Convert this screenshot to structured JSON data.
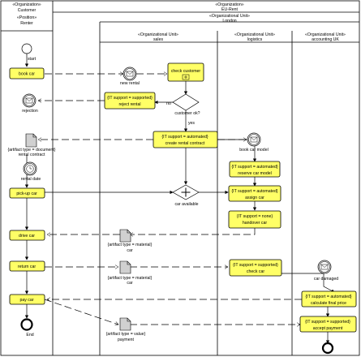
{
  "pools": {
    "customer": {
      "stereotype": "«Organization»",
      "name": "Customer",
      "position_stereotype": "«Position»",
      "position": "Renter"
    },
    "eurent": {
      "stereotype": "«Organization»",
      "name": "EU-Rent"
    },
    "london": {
      "stereotype": "«Organizational Unit»",
      "name": "London"
    },
    "sales": {
      "stereotype": "«Organizational Unit»",
      "name": "sales"
    },
    "logistics": {
      "stereotype": "«Organizational Unit»",
      "name": "logistics"
    },
    "accounting": {
      "stereotype": "«Organizational Unit»",
      "name": "accounting UK"
    }
  },
  "events": {
    "start": "start",
    "new_rental": "new rental",
    "rejection": "rejection",
    "rental_date": "rental date",
    "book_car_model": "book car model",
    "car_damaged": "car damaged",
    "end": "End"
  },
  "activities": {
    "book_car": "book car",
    "pick_up_car": "pick-up car",
    "drive_car": "drive car",
    "return_car": "return car",
    "pay_car": "pay car",
    "check_customer": "check customer",
    "reject_rental_tag": "{IT support = supported}",
    "reject_rental": "reject rental",
    "create_contract_tag": "{IT support = automated}",
    "create_contract": "create rental contract",
    "reserve_model_tag": "{IT support = automated}",
    "reserve_model": "reserve car model",
    "assign_car_tag": "{IT support = automated}",
    "assign_car": "assign car",
    "handover_tag": "{IT support = none}",
    "handover": "handover car",
    "check_car_tag": "{IT support = supported}",
    "check_car": "check car",
    "final_price_tag": "{IT support = automated}",
    "final_price": "calculate final price",
    "accept_payment_tag": "{IT support = supported}",
    "accept_payment": "accept payment"
  },
  "gateways": {
    "customer_ok": "customer ok?",
    "no": "no",
    "yes": "yes",
    "car_available": "car available"
  },
  "artifacts": {
    "contract_tag": "{artifact type = document}",
    "contract": "rental contract",
    "car1_tag": "{artifact type = material}",
    "car1": "car",
    "car2_tag": "{artifact type = material}",
    "car2": "car",
    "payment_tag": "{artifact type = value}",
    "payment": "payment"
  },
  "icons": {
    "start-event": "start-event-icon",
    "message-event": "envelope-icon",
    "timer-event": "clock-icon",
    "document": "document-icon",
    "subprocess": "subprocess-marker-icon",
    "end-event": "end-event-icon"
  }
}
